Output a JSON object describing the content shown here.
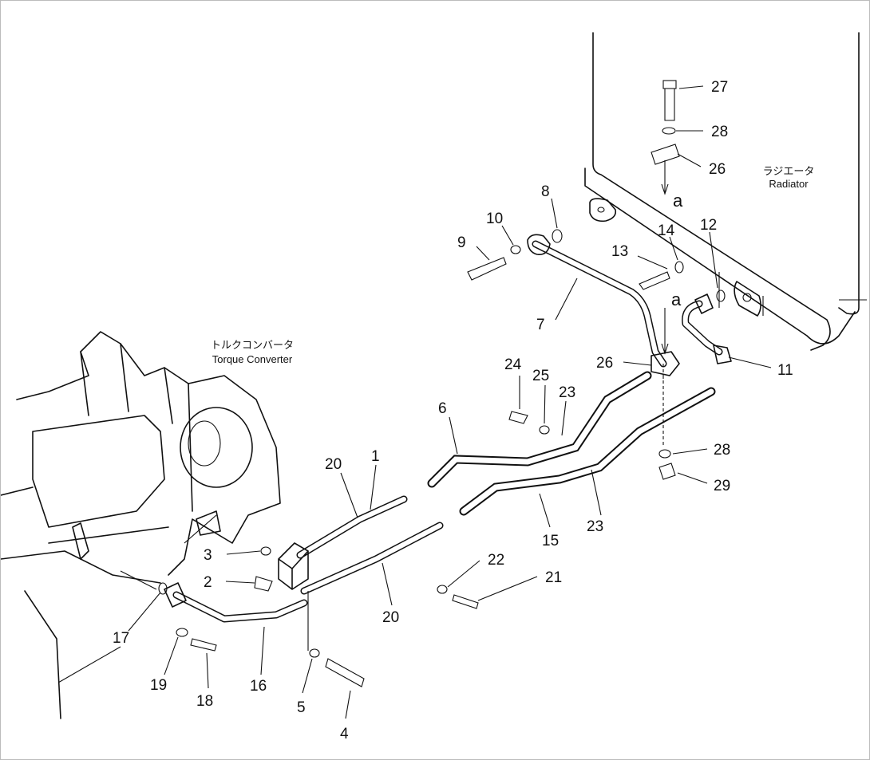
{
  "components": {
    "torque_converter": {
      "jp": "トルクコンバータ",
      "en": "Torque Converter"
    },
    "radiator": {
      "jp": "ラジエータ",
      "en": "Radiator"
    }
  },
  "view_marks": [
    "a",
    "a"
  ],
  "callouts": [
    "27",
    "28",
    "26",
    "8",
    "10",
    "9",
    "14",
    "12",
    "13",
    "7",
    "11",
    "26",
    "24",
    "25",
    "23",
    "6",
    "28",
    "29",
    "23",
    "15",
    "1",
    "20",
    "22",
    "21",
    "20",
    "3",
    "2",
    "17",
    "19",
    "18",
    "16",
    "5",
    "4"
  ]
}
